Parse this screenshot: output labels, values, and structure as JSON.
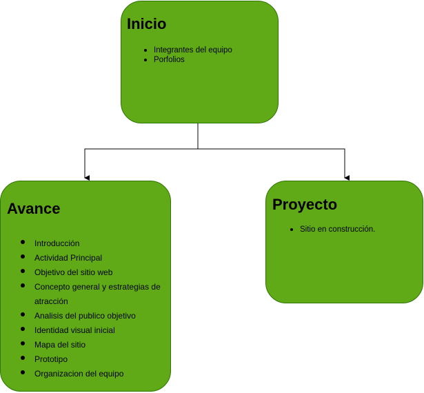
{
  "nodes": {
    "inicio": {
      "title": "Inicio",
      "items": [
        "Integrantes del equipo",
        "Porfolios"
      ]
    },
    "avance": {
      "title": "Avance",
      "items": [
        "Introducción",
        "Actividad Principal",
        "Objetivo del sitio web",
        "Concepto general y estrategias de atracción",
        "Analisis del publico objetivo",
        "Identidad visual inicial",
        "Mapa del sitio",
        "Prototipo",
        "Organizacion del equipo"
      ]
    },
    "proyecto": {
      "title": "Proyecto",
      "items": [
        "Sitio en construcción."
      ]
    }
  },
  "colors": {
    "node_fill": "#60a917",
    "node_stroke": "#2d7600",
    "connector": "#000000"
  }
}
